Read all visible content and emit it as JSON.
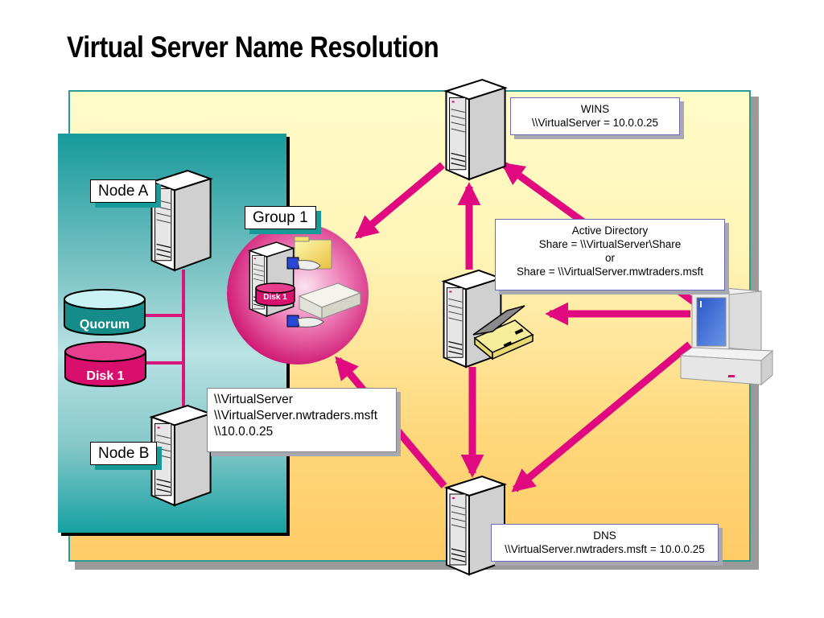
{
  "title": "Virtual Server Name Resolution",
  "colors": {
    "arrow": "#e0097f",
    "cluster_teal": "#169a9a",
    "background_top": "#fffcc8",
    "background_bottom": "#ffcc66",
    "group_circle": "#d9157a",
    "quorum_disk": "#158c8a",
    "data_disk": "#d90f6e"
  },
  "cluster": {
    "node_a": "Node A",
    "node_b": "Node B",
    "quorum_label": "Quorum",
    "disk_label": "Disk 1"
  },
  "group": {
    "label": "Group 1",
    "disk_label": "Disk 1"
  },
  "virtual_server_names": {
    "line1": "\\\\VirtualServer",
    "line2": "\\\\VirtualServer.nwtraders.msft",
    "line3": "\\\\10.0.0.25"
  },
  "wins": {
    "title": "WINS",
    "mapping": "\\\\VirtualServer = 10.0.0.25"
  },
  "active_directory": {
    "title": "Active Directory",
    "line1": "Share = \\\\VirtualServer\\Share",
    "line2": "or",
    "line3": "Share = \\\\VirtualServer.mwtraders.msft"
  },
  "dns": {
    "title": "DNS",
    "mapping": "\\\\VirtualServer.nwtraders.msft = 10.0.0.25"
  }
}
